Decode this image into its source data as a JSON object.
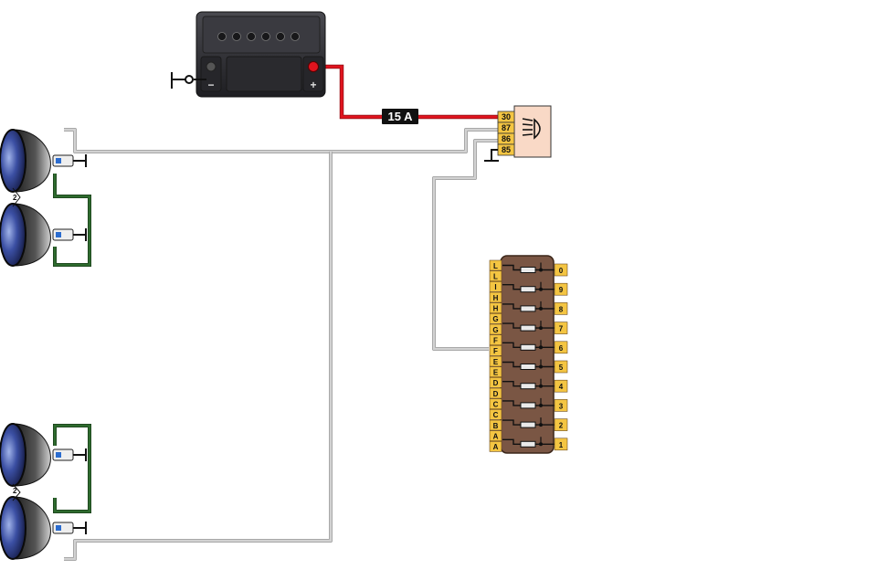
{
  "battery": {
    "positive_symbol": "+",
    "negative_symbol": "−"
  },
  "fuse_inline": {
    "label": "15 A"
  },
  "relay": {
    "pins": [
      "30",
      "87",
      "86",
      "85"
    ]
  },
  "fuse_box": {
    "left_letters": [
      "L",
      "L",
      "I",
      "H",
      "H",
      "G",
      "G",
      "F",
      "F",
      "E",
      "E",
      "D",
      "D",
      "C",
      "C",
      "B",
      "A",
      "A"
    ],
    "right_numbers": [
      "0",
      "9",
      "8",
      "7",
      "6",
      "5",
      "4",
      "3",
      "2",
      "1"
    ]
  },
  "headlamps": {
    "pair_label_top": "2",
    "pair_label_bottom": "2"
  },
  "colors": {
    "positive_wire": "#e0141e",
    "gray_wire": "#c8c8c8",
    "green_wire": "#2e6b2e",
    "relay_fill": "#f9d9c6",
    "pin_fill": "#f4c542",
    "fusebox_fill": "#7a5644",
    "battery_body": "#2f2f33"
  }
}
